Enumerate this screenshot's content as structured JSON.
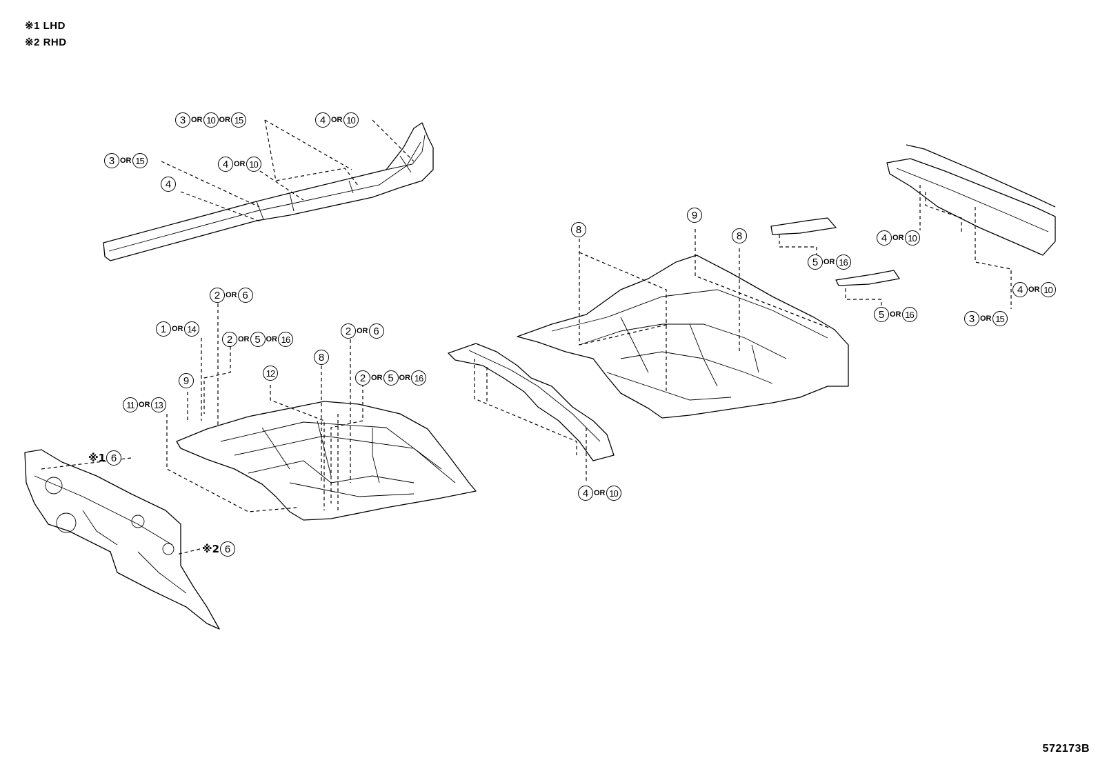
{
  "legend": {
    "lhd": "※1 LHD",
    "rhd": "※2 RHD"
  },
  "figure_number": "572173B",
  "callouts": [
    {
      "parts": [
        "3",
        "10",
        "15"
      ]
    },
    {
      "parts": [
        "4",
        "10"
      ]
    },
    {
      "parts": [
        "3",
        "15"
      ]
    },
    {
      "parts": [
        "4",
        "10"
      ]
    },
    {
      "parts": [
        "4"
      ]
    },
    {
      "parts": [
        "2",
        "6"
      ]
    },
    {
      "parts": [
        "1",
        "14"
      ]
    },
    {
      "parts": [
        "2",
        "5",
        "16"
      ]
    },
    {
      "parts": [
        "2",
        "6"
      ]
    },
    {
      "parts": [
        "8"
      ]
    },
    {
      "parts": [
        "9"
      ]
    },
    {
      "parts": [
        "12"
      ]
    },
    {
      "parts": [
        "2",
        "5",
        "16"
      ]
    },
    {
      "parts": [
        "11",
        "13"
      ]
    },
    {
      "parts": [
        "6"
      ],
      "mark": "※1"
    },
    {
      "parts": [
        "6"
      ],
      "mark": "※2"
    },
    {
      "parts": [
        "8"
      ]
    },
    {
      "parts": [
        "9"
      ]
    },
    {
      "parts": [
        "8"
      ]
    },
    {
      "parts": [
        "4",
        "10"
      ]
    },
    {
      "parts": [
        "5",
        "16"
      ]
    },
    {
      "parts": [
        "5",
        "16"
      ]
    },
    {
      "parts": [
        "4",
        "10"
      ]
    },
    {
      "parts": [
        "4",
        "10"
      ]
    },
    {
      "parts": [
        "3",
        "15"
      ]
    }
  ],
  "connector": "OR"
}
